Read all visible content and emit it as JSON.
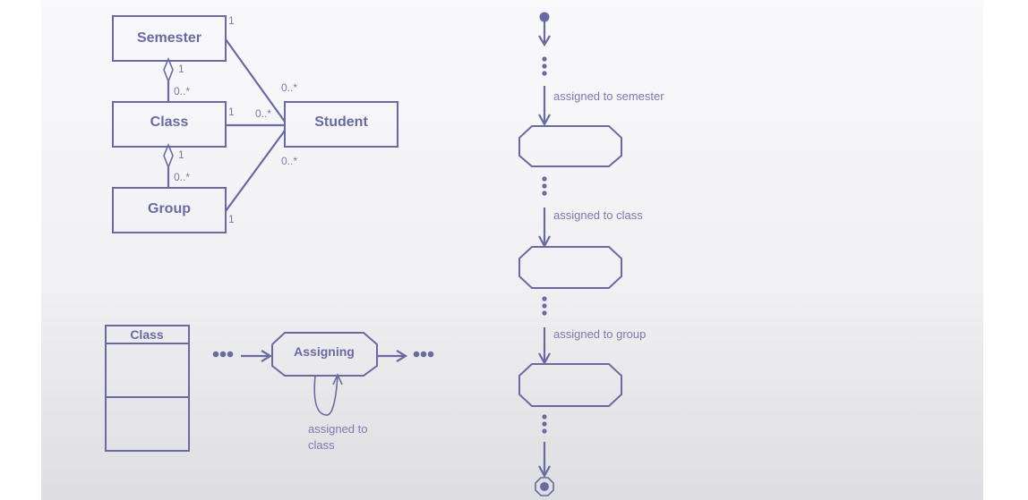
{
  "class_diagram": {
    "classes": {
      "semester": "Semester",
      "class": "Class",
      "group": "Group",
      "student": "Student"
    },
    "multiplicities": {
      "semester_student_near_semester": "1",
      "semester_student_near_student": "0..*",
      "semester_class_near_semester": "1",
      "semester_class_near_class": "0..*",
      "class_student_near_class": "1",
      "class_student_near_student": "0..*",
      "class_group_near_class": "1",
      "class_group_near_group": "0..*",
      "group_student_near_group": "1",
      "group_student_near_student": "0..*"
    }
  },
  "state_detail": {
    "class_box_title": "Class",
    "state_name": "Assigning",
    "self_transition_label": [
      "assigned to",
      "class"
    ]
  },
  "lifecycle": {
    "transitions": [
      "assigned to semester",
      "assigned to class",
      "assigned to group"
    ]
  }
}
